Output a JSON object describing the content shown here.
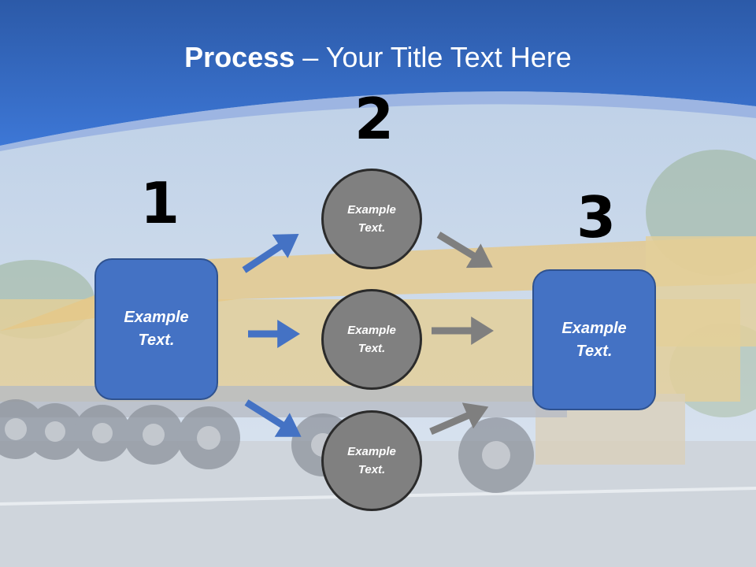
{
  "title": {
    "bold": "Process",
    "rest": " – Your Title Text Here"
  },
  "steps": [
    {
      "number": "1",
      "line1": "Example",
      "line2": "Text."
    },
    {
      "number": "2"
    },
    {
      "number": "3",
      "line1": "Example",
      "line2": "Text."
    }
  ],
  "circles": [
    {
      "line1": "Example",
      "line2": "Text."
    },
    {
      "line1": "Example",
      "line2": "Text."
    },
    {
      "line1": "Example",
      "line2": "Text."
    }
  ],
  "colors": {
    "blue_box": "#4472c4",
    "gray_circle": "#808080",
    "blue_arrow": "#4472c4",
    "gray_arrow": "#7f7f7f"
  }
}
